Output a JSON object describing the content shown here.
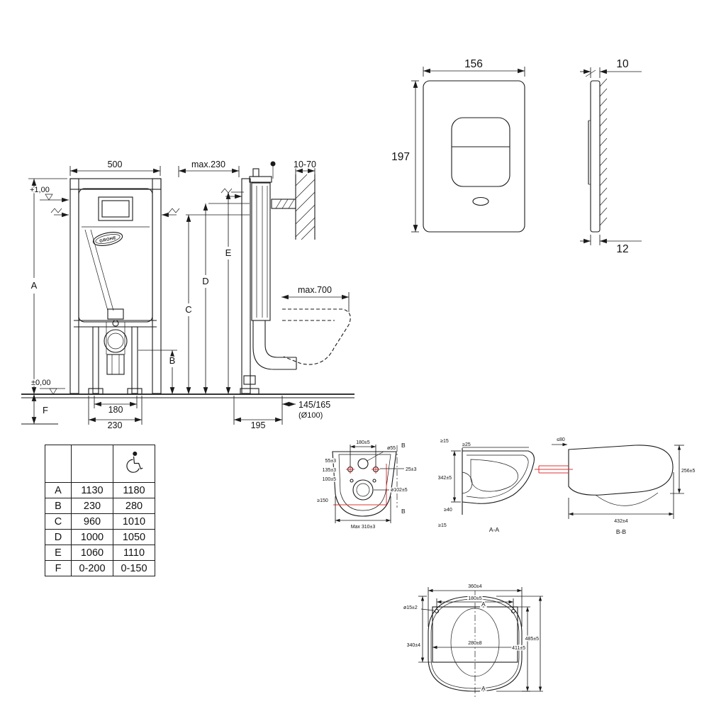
{
  "frame_drawing": {
    "brand": "GROHE",
    "dims": {
      "width": "500",
      "wall_offset": "max.230",
      "plate_depth": "10-70",
      "level_top": "+1,00",
      "level_floor": "±0,00",
      "A": "A",
      "B": "B",
      "C": "C",
      "D": "D",
      "E": "E",
      "F": "F",
      "bowl_depth": "max.700",
      "legs": "180",
      "anchors": "230",
      "depth": "195",
      "outlet": "145/165",
      "outlet_pipe": "(Ø100)"
    }
  },
  "plate_drawing": {
    "width": "156",
    "height": "197",
    "thickness_top": "10",
    "thickness_bottom": "12"
  },
  "spec_table": {
    "rows": [
      {
        "key": "A",
        "standard": "1130",
        "accessible": "1180"
      },
      {
        "key": "B",
        "standard": "230",
        "accessible": "280"
      },
      {
        "key": "C",
        "standard": "960",
        "accessible": "1010"
      },
      {
        "key": "D",
        "standard": "1000",
        "accessible": "1050"
      },
      {
        "key": "E",
        "standard": "1060",
        "accessible": "1110"
      },
      {
        "key": "F",
        "standard": "0-200",
        "accessible": "0-150"
      }
    ]
  },
  "bowl_drawing": {
    "top_view": {
      "bolt_spacing": "180±5",
      "inlet": "ø55",
      "cut_top": "B",
      "cut_bottom": "B",
      "h1": "55±3",
      "h2": "135±3",
      "h3": "100±5",
      "side": "25±3",
      "outlet": "ø102±5",
      "clearance": "≥150",
      "width": "Max 310±3"
    },
    "section_aa": {
      "c1": "≥15",
      "c2": "≥25",
      "height": "342±5",
      "c3": "≥40",
      "c4": "≥15",
      "label": "A-A"
    },
    "section_bb": {
      "c1": "≤80",
      "front_height": "256±5",
      "depth": "432±4",
      "label": "B-B"
    }
  },
  "seat_drawing": {
    "width": "360±4",
    "bolt_spacing": "180±5",
    "hole": "ø15±2",
    "left": "340±4",
    "inner_width": "280±8",
    "inner_depth": "411±5",
    "depth": "485±5",
    "cut_top": "A",
    "cut_bottom": "A"
  }
}
